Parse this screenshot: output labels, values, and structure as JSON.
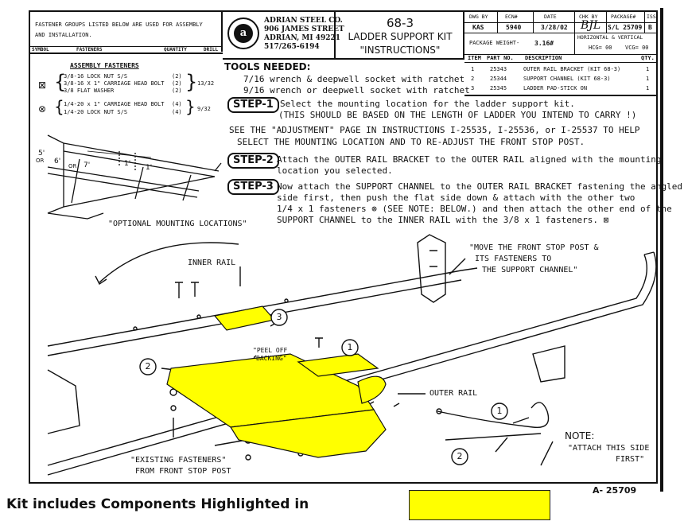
{
  "fastener_note": {
    "line1": "FASTENER GROUPS LISTED BELOW ARE USED FOR ASSEMBLY",
    "line2": "AND INSTALLATION.",
    "col_symbol": "SYMBOL",
    "col_fasteners": "FASTENERS",
    "col_quantity": "QUANTITY",
    "col_drill": "DRILL"
  },
  "assembly_fasteners": {
    "heading": "ASSEMBLY FASTENERS",
    "group1": [
      "3/8-16 LOCK NUT  S/S",
      "3/8-16 X 1\" CARRIAGE HEAD BOLT",
      "3/8 FLAT WASHER"
    ],
    "group1_qty": [
      "(2)",
      "(2)",
      "(2)"
    ],
    "group1_drill": "13/32",
    "group2": [
      "1/4-20 x 1\" CARRIAGE HEAD BOLT",
      "1/4-20 LOCK NUT  S/S"
    ],
    "group2_qty": [
      "(4)",
      "(4)"
    ],
    "group2_drill": "9/32"
  },
  "company": {
    "name": "ADRIAN STEEL CO.",
    "street": "906 JAMES STREET",
    "city": "ADRIAN, MI 49221",
    "phone": "517/265-6194"
  },
  "title_block": {
    "number": "68-3",
    "title": "LADDER SUPPORT KIT",
    "subtitle": "\"INSTRUCTIONS\""
  },
  "drawing_info": {
    "dwg_by_label": "DWG BY",
    "ecn_label": "ECN#",
    "date_label": "DATE",
    "chk_by_label": "CHK BY",
    "package_label": "PACKAGE#",
    "iss_label": "ISS",
    "dwg_by": "KAS",
    "ecn": "5940",
    "date": "3/28/02",
    "chk_by": "BJL",
    "package": "S/L 25709",
    "iss": "B",
    "weight_label": "PACKAGE WEIGHT-",
    "weight": "3.16#",
    "hv_label": "HORIZONTAL & VERTICAL",
    "hcg": "HCG= 00",
    "vcg": "VCG= 00"
  },
  "parts": {
    "col_item": "ITEM",
    "col_part": "PART NO.",
    "col_desc": "DESCRIPTION",
    "col_qty": "QTY.",
    "rows": [
      {
        "item": "1",
        "part": "25343",
        "desc": "OUTER RAIL BRACKET (KIT 68-3)",
        "qty": "1"
      },
      {
        "item": "2",
        "part": "25344",
        "desc": "SUPPORT CHANNEL (KIT 68-3)",
        "qty": "1"
      },
      {
        "item": "3",
        "part": "25345",
        "desc": "LADDER PAD-STICK ON",
        "qty": "1"
      }
    ]
  },
  "tools": {
    "heading": "TOOLS NEEDED:",
    "line1": "7/16 wrench & deepwell socket with ratchet",
    "line2": "9/16 wrench or deepwell socket with ratchet"
  },
  "steps": {
    "step1_label": "STEP-1",
    "step1_text1": "Select the mounting location for the ladder support kit.",
    "step1_text2": "(THIS SHOULD BE BASED ON THE LENGTH OF LADDER YOU INTEND TO CARRY !)",
    "adjust_text1": "SEE THE \"ADJUSTMENT\" PAGE IN INSTRUCTIONS I-25535, I-25536, or I-25537 TO HELP",
    "adjust_text2": "SELECT THE MOUNTING LOCATION AND TO RE-ADJUST THE FRONT STOP POST.",
    "step2_label": "STEP-2",
    "step2_text1": "Attach the OUTER RAIL BRACKET to the OUTER RAIL aligned with the mounting",
    "step2_text2": "location you selected.",
    "step3_label": "STEP-3",
    "step3_text1": "Now attach the SUPPORT CHANNEL to the OUTER RAIL BRACKET fastening the angled",
    "step3_text2": "side first, then push the flat side down & attach with the other two",
    "step3_text3": "1/4 x 1 fasteners ⊗ (SEE NOTE: BELOW.) and then attach the other end of the",
    "step3_text4": "SUPPORT CHANNEL to the INNER RAIL with the 3/8 x 1 fasteners. ⊠"
  },
  "diagram": {
    "dim_5": "5'",
    "dim_or1": "OR",
    "dim_6": "6'",
    "dim_or2": "OR",
    "dim_7": "7'",
    "dim_1a": "1'",
    "dim_1b": "1'",
    "optional_label": "\"OPTIONAL MOUNTING LOCATIONS\"",
    "inner_rail": "INNER RAIL",
    "move_note1": "\"MOVE THE FRONT STOP POST &",
    "move_note2": "ITS FASTENERS TO",
    "move_note3": "THE SUPPORT CHANNEL\"",
    "peel_off1": "\"PEEL OFF",
    "peel_off2": "BACKING\"",
    "outer_rail": "OUTER RAIL",
    "existing1": "\"EXISTING FASTENERS\"",
    "existing2": "FROM FRONT STOP POST",
    "note_label": "NOTE:",
    "attach_note1": "\"ATTACH THIS SIDE",
    "attach_note2": "FIRST\"",
    "callout_1": "1",
    "callout_2": "2",
    "callout_3": "3",
    "callout_1b": "1",
    "callout_2b": "2",
    "doc_number": "A-  25709"
  },
  "footer": {
    "caption": "Kit includes Components Highlighted in",
    "highlight_color": "#ffff00"
  }
}
